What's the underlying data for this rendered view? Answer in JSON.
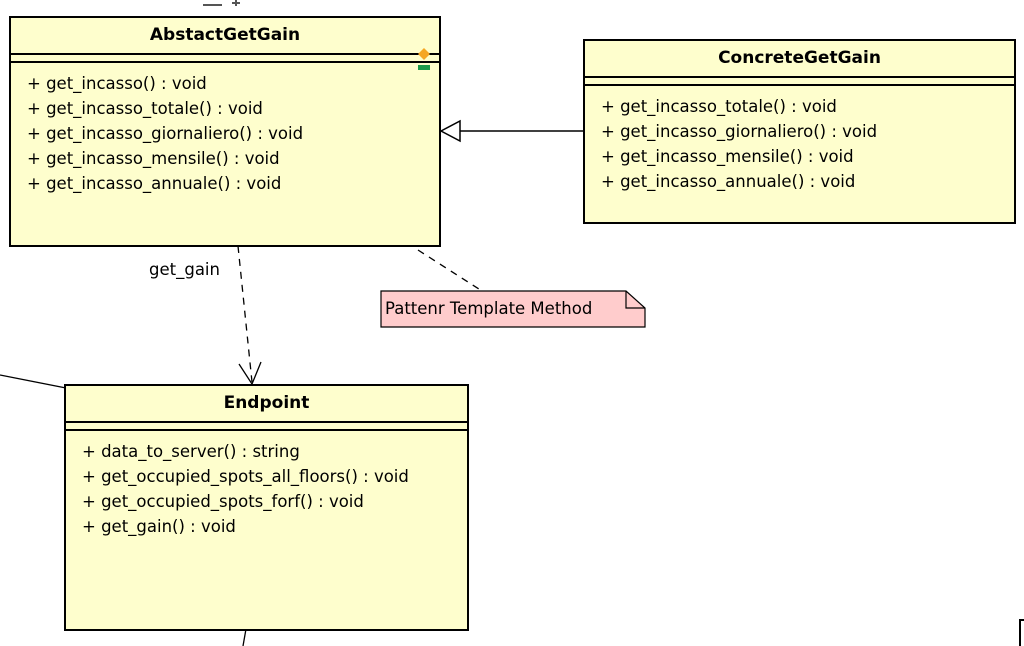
{
  "diagram": {
    "classes": {
      "abstract_get_gain": {
        "name": "AbstactGetGain",
        "operations": [
          "+ get_incasso() : void",
          "+ get_incasso_totale() : void",
          "+ get_incasso_giornaliero() : void",
          "+ get_incasso_mensile() : void",
          "+ get_incasso_annuale() : void"
        ]
      },
      "concrete_get_gain": {
        "name": "ConcreteGetGain",
        "operations": [
          "+ get_incasso_totale() : void",
          "+ get_incasso_giornaliero() : void",
          "+ get_incasso_mensile() : void",
          "+ get_incasso_annuale() : void"
        ]
      },
      "endpoint": {
        "name": "Endpoint",
        "operations": [
          "+ data_to_server() : string",
          "+ get_occupied_spots_all_floors() : void",
          "+ get_occupied_spots_forf() : void",
          "+ get_gain() : void"
        ]
      }
    },
    "relations": {
      "generalization": {
        "from": "ConcreteGetGain",
        "to": "AbstactGetGain"
      },
      "dependency": {
        "from": "AbstactGetGain",
        "to": "Endpoint",
        "label": "get_gain"
      },
      "note_link": {
        "from": "note",
        "to": "AbstactGetGain"
      }
    },
    "note": {
      "text": "Pattenr Template Method",
      "fill": "#ffcccc"
    },
    "colors": {
      "class_fill": "#fefecd",
      "border": "#000000",
      "icon_orange": "#f5a623",
      "icon_green": "#1a9a4a"
    }
  }
}
